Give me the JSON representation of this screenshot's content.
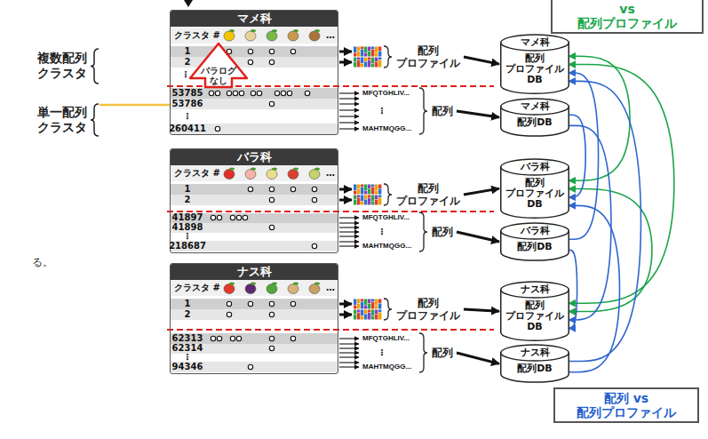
{
  "diagram": {
    "nodes": [
      {
        "text": [
          "vs 配列プロファイル"
        ]
      },
      {
        "text": [
          "マメ科"
        ]
      },
      {
        "text": [
          "バラ科"
        ]
      },
      {
        "text": [
          "ナス科"
        ]
      },
      {
        "text": [
          "マメ科",
          "配列 プロファイル DB"
        ]
      },
      {
        "text": [
          "マメ科",
          "配列DB"
        ]
      },
      {
        "text": [
          "バラ科",
          "配列 プロファイル DB"
        ]
      },
      {
        "text": [
          "バラ科",
          "配列DB"
        ]
      },
      {
        "text": [
          "ナス科",
          "配列 プロファイル DB"
        ]
      },
      {
        "text": [
          "ナス科",
          "配列DB"
        ]
      },
      {
        "text": [
          "配列 vs 配列プロファイル"
        ]
      }
    ],
    "edges": [
      {
        "from": 4,
        "to": 6,
        "arrow": "both"
      },
      {
        "from": 4,
        "to": 8,
        "arrow": "both"
      },
      {
        "from": 6,
        "to": 8,
        "arrow": "both"
      },
      {
        "from": 5,
        "to": 6,
        "arrow": "to"
      },
      {
        "from": 5,
        "to": 8,
        "arrow": "to"
      },
      {
        "from": 7,
        "to": 4,
        "arrow": "to"
      },
      {
        "from": 7,
        "to": 8,
        "arrow": "to"
      },
      {
        "from": 9,
        "to": 4,
        "arrow": "to"
      },
      {
        "from": 9,
        "to": 6,
        "arrow": "to"
      }
    ],
    "labels": [
      "複数配列 クラスタ",
      "単一配列 クラスタ",
      "パラログ なし",
      "る。",
      "クラスタ #",
      "…",
      "1",
      "2",
      "⋮",
      "53785",
      "53786",
      "⋮",
      "260411",
      "配列 プロファイル",
      "MFQTGHLIV...",
      "⋮",
      "MAHTMQGG...",
      "配列",
      "クラスタ #",
      "…",
      "1",
      "2",
      "41897",
      "41898",
      "⋮",
      "218687",
      "配列 プロファイル",
      "MFQTGHLIV...",
      "⋮",
      "MAHTMQGG...",
      "配列",
      "クラスタ #",
      "…",
      "1",
      "2",
      "62313",
      "62314",
      "⋮",
      "94346",
      "配列 プロファイル",
      "MFQTGHLIV...",
      "⋮",
      "MAHTMQGG...",
      "配列"
    ]
  }
}
